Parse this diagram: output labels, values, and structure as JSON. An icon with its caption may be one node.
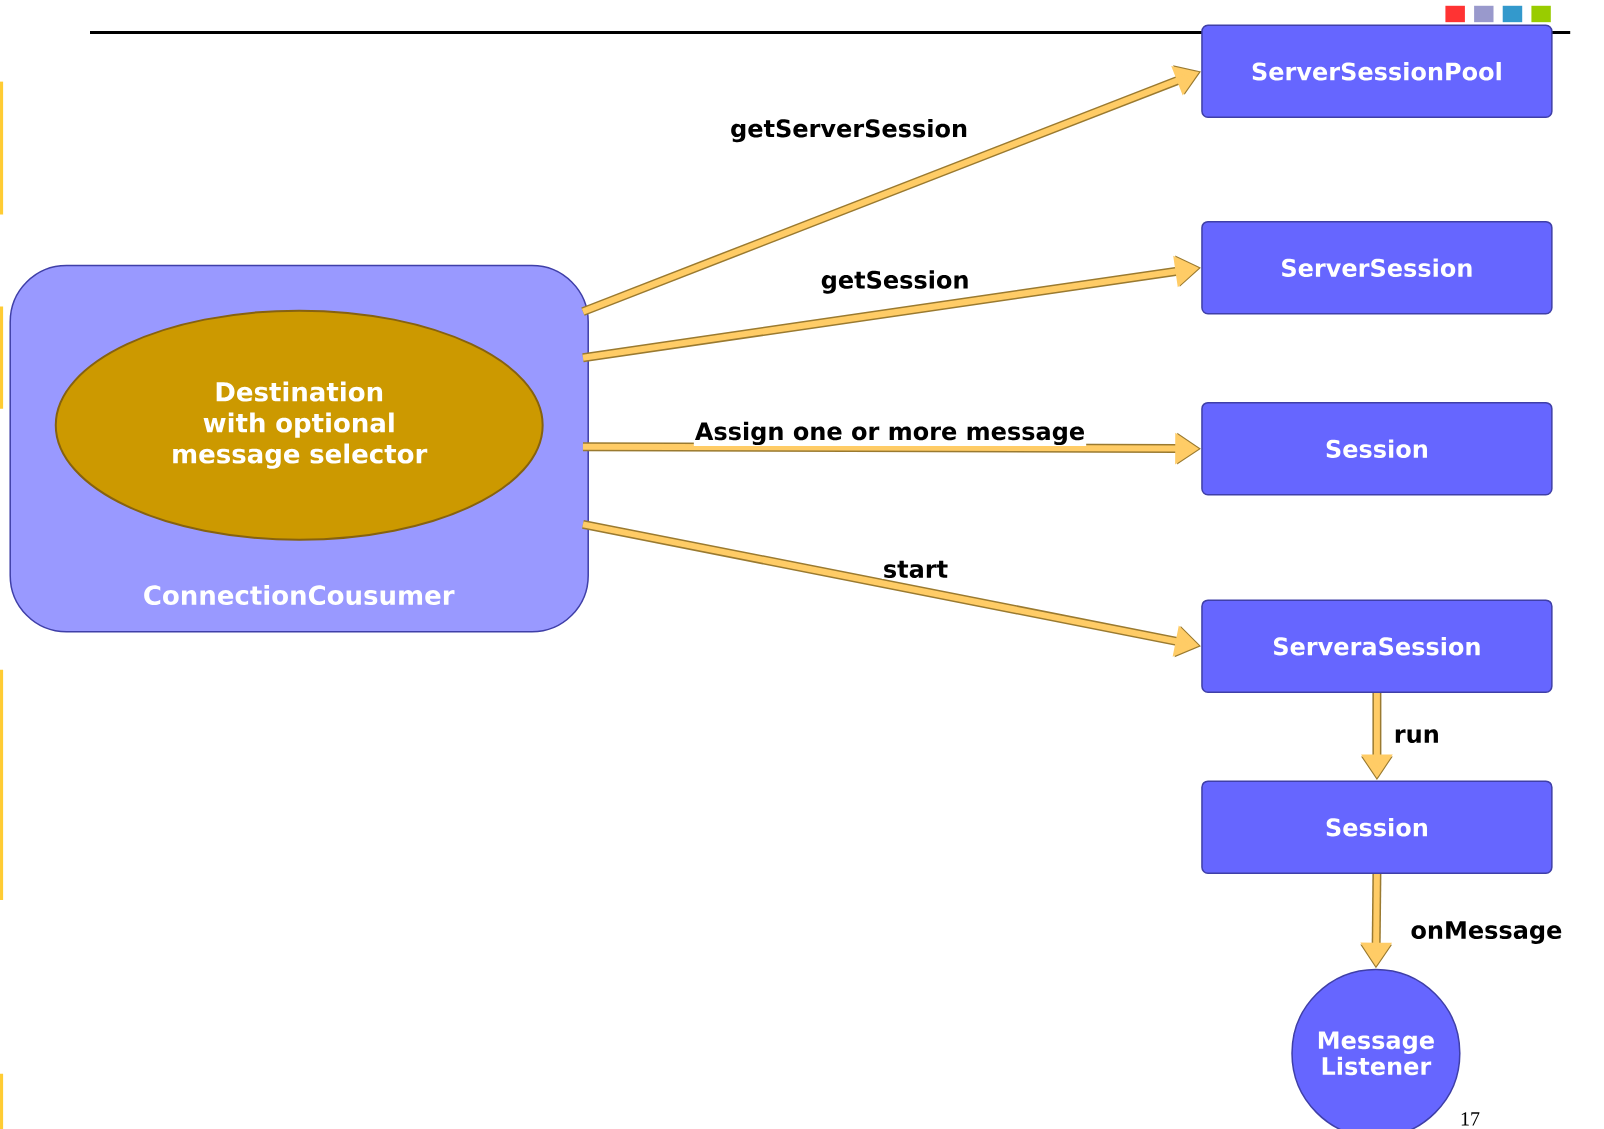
{
  "diagram": {
    "nodes": [
      {
        "text": [
          "ConnectionCousumer"
        ]
      },
      {
        "text": [
          "Destination with optional message selector"
        ],
        "in": 0
      },
      {
        "text": [
          "ServerSessionPool"
        ]
      },
      {
        "text": [
          "ServerSession"
        ]
      },
      {
        "text": [
          "Session"
        ]
      },
      {
        "text": [
          "ServeraSession"
        ]
      },
      {
        "text": [
          "Session"
        ]
      },
      {
        "text": [
          "Message Listener"
        ]
      }
    ],
    "edges": [
      {
        "from": 0,
        "to": 2,
        "arrow": "to",
        "label": "getServerSession"
      },
      {
        "from": 0,
        "to": 3,
        "arrow": "to",
        "label": "getSession"
      },
      {
        "from": 0,
        "to": 4,
        "arrow": "to",
        "label": "Assign one or more message"
      },
      {
        "from": 0,
        "to": 5,
        "arrow": "to",
        "label": "start"
      },
      {
        "from": 5,
        "to": 6,
        "arrow": "to",
        "label": "run"
      },
      {
        "from": 6,
        "to": 7,
        "arrow": "to",
        "label": "onMessage"
      }
    ],
    "labels": [
      "17"
    ]
  }
}
